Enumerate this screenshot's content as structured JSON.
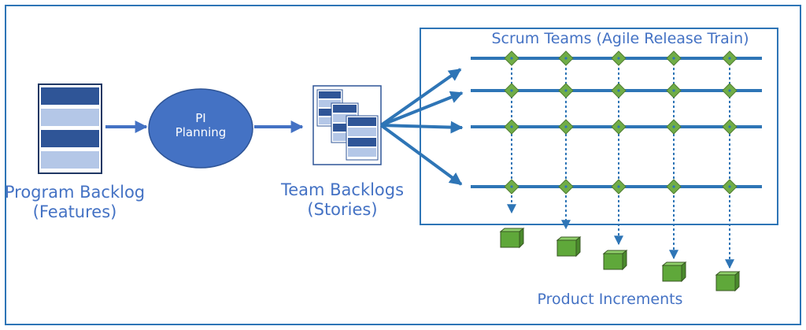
{
  "diagram": {
    "program_backlog": {
      "line1": "Program Backlog",
      "line2": "(Features)"
    },
    "pi_planning": {
      "line1": "PI",
      "line2": "Planning"
    },
    "team_backlogs": {
      "line1": "Team Backlogs",
      "line2": "(Stories)"
    },
    "scrum_teams_title": "Scrum Teams (Agile Release Train)",
    "product_increments": "Product Increments"
  },
  "colors": {
    "border": "#2e75b6",
    "flow_blue": "#4472c4",
    "backlog_dark": "#2f5597",
    "backlog_light": "#b4c7e7",
    "ellipse_fill": "#4472c4",
    "diamond_green": "#70ad47",
    "box_green": "#5fa83a",
    "text_blue": "#4472c4"
  }
}
